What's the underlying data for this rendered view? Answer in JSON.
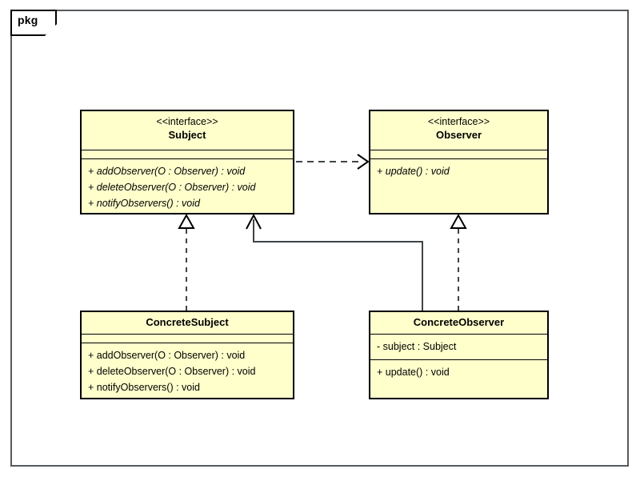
{
  "package": {
    "tab_label": "pkg"
  },
  "classes": {
    "subject": {
      "stereotype": "<<interface>>",
      "name": "Subject",
      "attributes": [],
      "methods": [
        "+ addObserver(O : Observer) : void",
        "+ deleteObserver(O : Observer) : void",
        "+ notifyObservers() : void"
      ]
    },
    "observer": {
      "stereotype": "<<interface>>",
      "name": "Observer",
      "attributes": [],
      "methods": [
        "+ update() : void"
      ]
    },
    "concrete_subject": {
      "stereotype": "",
      "name": "ConcreteSubject",
      "attributes": [],
      "methods": [
        "+ addObserver(O : Observer) : void",
        "+ deleteObserver(O : Observer) : void",
        "+ notifyObservers() : void"
      ]
    },
    "concrete_observer": {
      "stereotype": "",
      "name": "ConcreteObserver",
      "attributes": [
        "- subject : Subject"
      ],
      "methods": [
        "+ update() : void"
      ]
    }
  },
  "relationships": [
    {
      "name": "subject-depends-on-observer",
      "type": "dependency",
      "line": "dashed",
      "arrowhead": "open",
      "from": "Subject",
      "to": "Observer"
    },
    {
      "name": "concretesubject-realizes-subject",
      "type": "realization",
      "line": "dashed",
      "arrowhead": "hollow-triangle",
      "from": "ConcreteSubject",
      "to": "Subject"
    },
    {
      "name": "concreteobserver-realizes-observer",
      "type": "realization",
      "line": "dashed",
      "arrowhead": "hollow-triangle",
      "from": "ConcreteObserver",
      "to": "Observer"
    },
    {
      "name": "concreteobserver-associates-subject",
      "type": "association",
      "line": "solid",
      "arrowhead": "stick",
      "from": "ConcreteObserver",
      "to": "Subject"
    }
  ],
  "colors": {
    "class_fill": "#ffffcc",
    "class_border": "#000000",
    "frame_border": "#555a5e",
    "connector": "#3f4448",
    "background": "#ffffff"
  }
}
